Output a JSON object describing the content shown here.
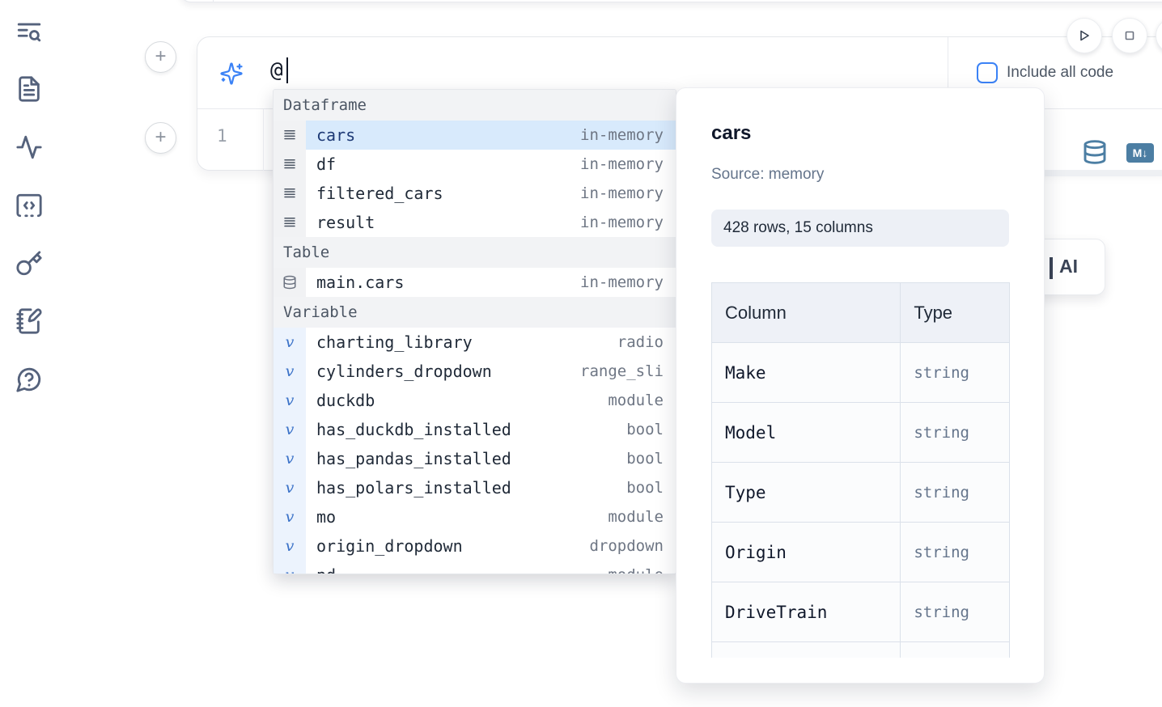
{
  "sidebar": {
    "items": [
      {
        "name": "text-search-icon"
      },
      {
        "name": "file-document-icon"
      },
      {
        "name": "activity-icon"
      },
      {
        "name": "code-square-icon"
      },
      {
        "name": "key-icon"
      },
      {
        "name": "notebook-pen-icon"
      },
      {
        "name": "help-chat-icon"
      }
    ]
  },
  "toolbar": {
    "run_icon": "play-icon",
    "stop_icon": "stop-icon",
    "more_icon": "hidden-round-button"
  },
  "cell": {
    "add_button_labels": [
      "+",
      "+"
    ],
    "ai_input": {
      "icon": "sparkles-icon",
      "value": "@"
    },
    "include_all_code": {
      "label": "Include all code",
      "checked": false
    },
    "editor": {
      "line_number": "1"
    },
    "output_toolbar": {
      "database_icon": "database-icon",
      "markdown_badge_text": "M↓"
    }
  },
  "completion": {
    "sections": [
      {
        "label": "Dataframe",
        "items": [
          {
            "icon": "rows",
            "name": "cars",
            "type": "in-memory",
            "selected": true
          },
          {
            "icon": "rows",
            "name": "df",
            "type": "in-memory",
            "selected": false
          },
          {
            "icon": "rows",
            "name": "filtered_cars",
            "type": "in-memory",
            "selected": false
          },
          {
            "icon": "rows",
            "name": "result",
            "type": "in-memory",
            "selected": false
          }
        ]
      },
      {
        "label": "Table",
        "items": [
          {
            "icon": "database",
            "name": "main.cars",
            "type": "in-memory",
            "selected": false
          }
        ]
      },
      {
        "label": "Variable",
        "items": [
          {
            "icon": "variable",
            "name": "charting_library",
            "type": "radio",
            "selected": false
          },
          {
            "icon": "variable",
            "name": "cylinders_dropdown",
            "type": "range_sli",
            "selected": false
          },
          {
            "icon": "variable",
            "name": "duckdb",
            "type": "module",
            "selected": false
          },
          {
            "icon": "variable",
            "name": "has_duckdb_installed",
            "type": "bool",
            "selected": false
          },
          {
            "icon": "variable",
            "name": "has_pandas_installed",
            "type": "bool",
            "selected": false
          },
          {
            "icon": "variable",
            "name": "has_polars_installed",
            "type": "bool",
            "selected": false
          },
          {
            "icon": "variable",
            "name": "mo",
            "type": "module",
            "selected": false
          },
          {
            "icon": "variable",
            "name": "origin_dropdown",
            "type": "dropdown",
            "selected": false
          },
          {
            "icon": "variable",
            "name": "pd",
            "type": "module",
            "selected": false
          }
        ]
      }
    ]
  },
  "preview": {
    "title": "cars",
    "source_label": "Source: memory",
    "shape_badge": "428 rows, 15 columns",
    "table": {
      "headers": [
        "Column",
        "Type"
      ],
      "rows": [
        [
          "Make",
          "string"
        ],
        [
          "Model",
          "string"
        ],
        [
          "Type",
          "string"
        ],
        [
          "Origin",
          "string"
        ],
        [
          "DriveTrain",
          "string"
        ],
        [
          "",
          ""
        ]
      ]
    }
  },
  "ai_card": {
    "visible_label": "AI"
  },
  "colors": {
    "accent_blue": "#3b82f6",
    "selected_row": "#d8eafc",
    "steel_icon": "#4c7ea3",
    "section_header_bg": "#f2f3f5",
    "gutter_gray": "#f1f2f4",
    "gutter_blue": "#ecf3fd",
    "type_text": "#6e7684",
    "border": "#e5e7eb"
  }
}
